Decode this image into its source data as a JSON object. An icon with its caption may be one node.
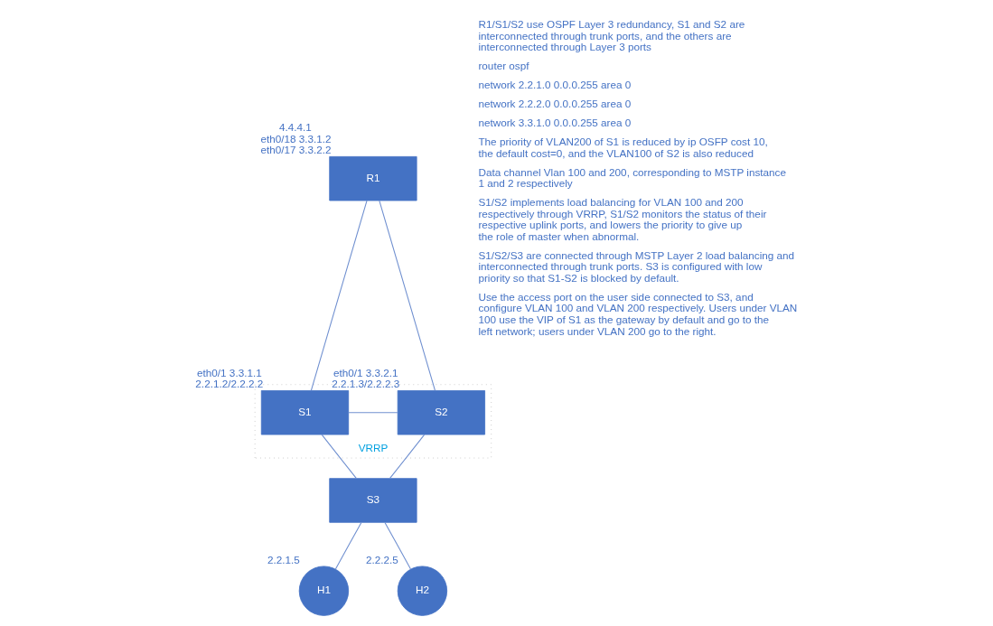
{
  "diagram": {
    "nodes": [
      {
        "text": [
          "R1"
        ],
        "beside": [
          "4.4.4.1",
          "eth0/18 3.3.1.2",
          "eth0/17 3.3.2.2"
        ]
      },
      {
        "text": [
          "VRRP"
        ]
      },
      {
        "text": [
          "S1"
        ],
        "in": 1,
        "beside": [
          "eth0/1 3.3.1.1",
          "2.2.1.2/2.2.2.2"
        ]
      },
      {
        "text": [
          "S2"
        ],
        "in": 1,
        "beside": [
          "eth0/1 3.3.2.1",
          "2.2.1.3/2.2.2.3"
        ]
      },
      {
        "text": [
          "S3"
        ]
      },
      {
        "text": [
          "H1"
        ],
        "beside": [
          "2.2.1.5"
        ]
      },
      {
        "text": [
          "H2"
        ],
        "beside": [
          "2.2.2.5"
        ]
      }
    ],
    "edges": [
      {
        "from": 0,
        "to": 2,
        "arrow": "none"
      },
      {
        "from": 0,
        "to": 3,
        "arrow": "none"
      },
      {
        "from": 2,
        "to": 3,
        "arrow": "none"
      },
      {
        "from": 2,
        "to": 4,
        "arrow": "none"
      },
      {
        "from": 3,
        "to": 4,
        "arrow": "none"
      },
      {
        "from": 4,
        "to": 5,
        "arrow": "none"
      },
      {
        "from": 4,
        "to": 6,
        "arrow": "none"
      }
    ],
    "labels": [
      "R1/S1/S2 use OSPF Layer 3 redundancy, S1 and S2 are interconnected through trunk ports, and the others are interconnected through Layer 3 ports",
      "router ospf",
      "network 2.2.1.0 0.0.0.255 area 0",
      "network 2.2.2.0 0.0.0.255 area 0",
      "network 3.3.1.0 0.0.0.255 area 0",
      "The priority of VLAN200 of S1 is reduced by ip OSFP cost 10, the default cost=0, and the VLAN100 of S2 is also reduced",
      "Data channel Vlan 100 and 200, corresponding to MSTP instance 1 and 2 respectively",
      "S1/S2 implements load balancing for VLAN 100 and 200 respectively through VRRP, S1/S2 monitors the status of their respective uplink ports, and lowers the priority to give up the role of master when abnormal.",
      "S1/S2/S3 are connected through MSTP Layer 2 load balancing and interconnected through trunk ports. S3 is configured with low priority so that S1-S2 is blocked by default.",
      "Use the access port on the user side connected to S3, and configure VLAN 100 and VLAN 200 respectively. Users under VLAN 100 use the VIP of S1 as the gateway by default and go to the left network; users under VLAN 200 go to the right."
    ]
  }
}
